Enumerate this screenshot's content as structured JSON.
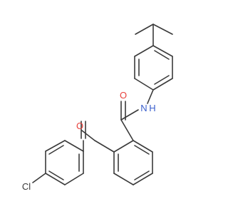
{
  "molecule": {
    "atoms": {
      "O": {
        "text": "O",
        "color": "#e8413c"
      },
      "NH": {
        "text": "N",
        "h_text": "H",
        "color": "#3a5fcd"
      },
      "Cl": {
        "text": "Cl",
        "color": "#3a3a3a"
      }
    },
    "colors": {
      "bond": "#3a3a3a",
      "background": "#ffffff"
    }
  }
}
